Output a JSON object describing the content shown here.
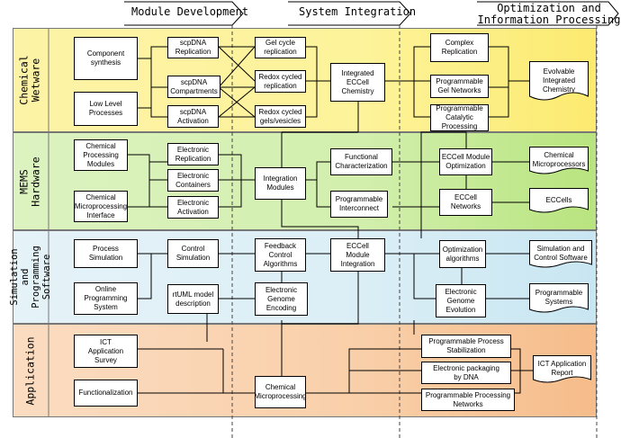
{
  "phases": [
    {
      "key": "module",
      "label": "Module Development"
    },
    {
      "key": "system",
      "label": "System Integration"
    },
    {
      "key": "optimization",
      "label": "Optimization and\nInformation Processing"
    }
  ],
  "rows": [
    {
      "key": "chemical",
      "label": "Chemical\nWetware",
      "color": "#fdf3a6"
    },
    {
      "key": "mems",
      "label": "MEMS\nHardware",
      "color": "#dcf3c1"
    },
    {
      "key": "sim",
      "label": "Simulation and\nProgramming\nSoftware",
      "color": "#e2f1f6"
    },
    {
      "key": "app",
      "label": "Application",
      "color": "#fbd8bb"
    }
  ],
  "nodes": {
    "component_synthesis": "Component\nsynthesis",
    "low_level_processes": "Low Level\nProcesses",
    "scpdna_replication": "scpDNA\nReplication",
    "scpdna_compartments": "scpDNA\nCompartments",
    "scpdna_activation": "scpDNA\nActivation",
    "gel_cycle_replication": "Gel cycle\nreplication",
    "redox_cycled_replication": "Redox cycled\nreplication",
    "redox_cycled_gels": "Redox cycled\ngels/vesicles",
    "integrated_eccell_chemistry": "Integrated\nECCell\nChemistry",
    "complex_replication": "Complex\nReplication",
    "programmable_gel_networks": "Programmable\nGel Networks",
    "programmable_catalytic_processing": "Programmable\nCatalytic\nProcessing",
    "evolvable_integrated_chemistry": "Evolvable\nIntegrated\nChemistry",
    "chemical_processing_modules": "Chemical\nProcessing\nModules",
    "chemical_microprocessing_interface": "Chemical\nMicroprocessing\nInterface",
    "electronic_replication": "Electronic\nReplication",
    "electronic_containers": "Electronic\nContainers",
    "electronic_activation": "Electronic\nActivation",
    "integration_modules": "Integration\nModules",
    "functional_characterization": "Functional\nCharacterization",
    "programmable_interconnect": "Programmable\nInterconnect",
    "eccell_module_optimization": "ECCell Module\nOptimization",
    "eccell_networks": "ECCell\nNetworks",
    "chemical_microprocessors": "Chemical\nMicroprocessors",
    "eccells": "ECCells",
    "process_simulation": "Process\nSimulation",
    "online_programming_system": "Online\nProgramming\nSystem",
    "control_simulation": "Control\nSimulation",
    "rtuml_model_description": "rtUML model\ndescription",
    "feedback_control_algorithms": "Feedback\nControl\nAlgorithms",
    "electronic_genome_encoding": "Electronic\nGenome\nEncoding",
    "eccell_module_integration": "ECCell\nModule\nIntegration",
    "optimization_algorithms": "Optimization\nalgorithms",
    "electronic_genome_evolution": "Electronic\nGenome\nEvolution",
    "simulation_and_control_software": "Simulation and\nControl Software",
    "programmable_systems": "Programmable\nSystems",
    "ict_application_survey": "ICT\nApplication\nSurvey",
    "functionalization": "Functionalization",
    "chemical_microprocessing": "Chemical\nMicroprocessing",
    "programmable_process_stabilization": "Programmable Process\nStabilization",
    "electronic_packaging_by_dna": "Electronic packaging\nby DNA",
    "programmable_processing_networks": "Programmable Processing\nNetworks",
    "ict_application_report": "ICT Application\nReport"
  }
}
